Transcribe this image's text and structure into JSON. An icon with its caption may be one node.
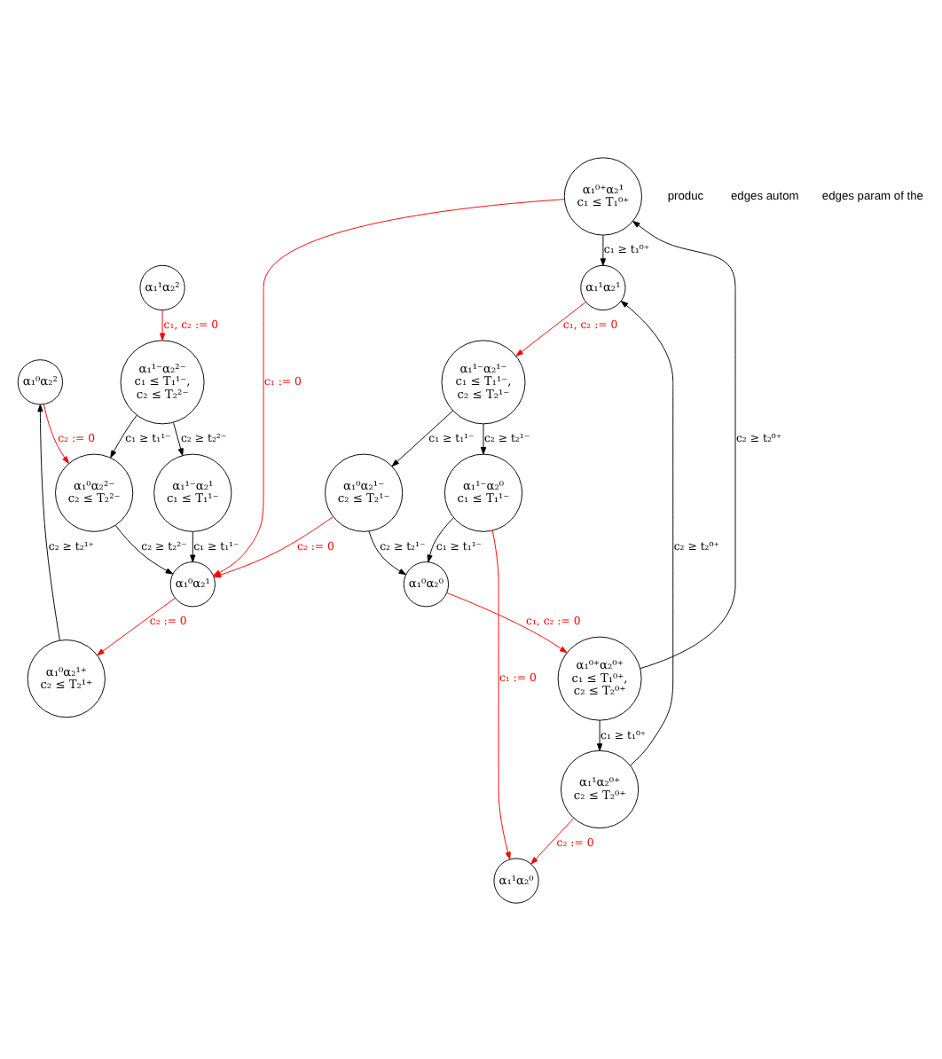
{
  "diagram": {
    "nodes": [
      {
        "text": [
          "α₁⁰α₂²"
        ]
      },
      {
        "text": [
          "α₁⁰α₂²⁻",
          "c₂ ≤ T₂²⁻"
        ]
      },
      {
        "text": [
          "α₁¹α₂²"
        ]
      },
      {
        "text": [
          "α₁⁰α₂¹⁺",
          "c₂ ≤ T₂¹⁺"
        ]
      },
      {
        "text": [
          "α₁¹⁻α₂²⁻",
          "c₁ ≤ T₁¹⁻,",
          "c₂ ≤ T₂²⁻"
        ]
      },
      {
        "text": [
          "α₁⁰α₂¹"
        ]
      },
      {
        "text": [
          "α₁¹⁻α₂¹",
          "c₁ ≤ T₁¹⁻"
        ]
      },
      {
        "text": [
          "α₁⁰⁺α₂¹",
          "c₁ ≤ T₁⁰⁺"
        ]
      },
      {
        "text": [
          "α₁¹α₂¹"
        ]
      },
      {
        "text": [
          "α₁¹⁻α₂¹⁻",
          "c₁ ≤ T₁¹⁻,",
          "c₂ ≤ T₂¹⁻"
        ]
      },
      {
        "text": [
          "α₁⁰α₂¹⁻",
          "c₂ ≤ T₂¹⁻"
        ]
      },
      {
        "text": [
          "α₁¹α₂⁰⁺",
          "c₂ ≤ T₂⁰⁺"
        ]
      },
      {
        "text": [
          "α₁⁰⁺α₂⁰⁺",
          "c₁ ≤ T₁⁰⁺,",
          "c₂ ≤ T₂⁰⁺"
        ]
      },
      {
        "text": [
          "α₁⁰α₂⁰"
        ]
      },
      {
        "text": [
          "α₁¹⁻α₂⁰",
          "c₁ ≤ T₁¹⁻"
        ]
      },
      {
        "text": [
          "α₁¹α₂⁰"
        ]
      }
    ],
    "edges": [
      {
        "from": 0,
        "to": 1,
        "arrow": "to",
        "label": "c₂ := 0",
        "color": "#ff0000"
      },
      {
        "from": 3,
        "to": 0,
        "arrow": "to",
        "label": "c₂ ≥ t₂¹⁺"
      },
      {
        "from": 2,
        "to": 4,
        "arrow": "to",
        "label": "c₁, c₂ := 0",
        "color": "#ff0000"
      },
      {
        "from": 4,
        "to": 1,
        "arrow": "to",
        "label": "c₁ ≥ t₁¹⁻"
      },
      {
        "from": 1,
        "to": 5,
        "arrow": "to",
        "label": "c₂ ≥ t₂²⁻"
      },
      {
        "from": 4,
        "to": 6,
        "arrow": "to",
        "label": "c₂ ≥ t₂²⁻"
      },
      {
        "from": 6,
        "to": 5,
        "arrow": "to",
        "label": "c₁ ≥ t₁¹⁻"
      },
      {
        "from": 5,
        "to": 3,
        "arrow": "to",
        "label": "c₂ := 0",
        "color": "#ff0000"
      },
      {
        "from": 7,
        "to": 5,
        "arrow": "to",
        "label": "c₁ := 0",
        "color": "#ff0000"
      },
      {
        "from": 10,
        "to": 5,
        "arrow": "to",
        "label": "c₂ := 0",
        "color": "#ff0000"
      },
      {
        "from": 7,
        "to": 8,
        "arrow": "to",
        "label": "c₁ ≥ t₁⁰⁺"
      },
      {
        "from": 8,
        "to": 9,
        "arrow": "to",
        "label": "c₁, c₂ := 0",
        "color": "#ff0000"
      },
      {
        "from": 9,
        "to": 10,
        "arrow": "to",
        "label": "c₁ ≥ t₁¹⁻"
      },
      {
        "from": 11,
        "to": 8,
        "arrow": "to",
        "label": "c₂ ≥ t₂⁰⁺"
      },
      {
        "from": 9,
        "to": 14,
        "arrow": "to",
        "label": "c₂ ≥ t₂¹⁻"
      },
      {
        "from": 12,
        "to": 7,
        "arrow": "to",
        "label": "c₂ ≥ t₂⁰⁺"
      },
      {
        "from": 12,
        "to": 11,
        "arrow": "to",
        "label": "c₁ ≥ t₁⁰⁺"
      },
      {
        "from": 10,
        "to": 13,
        "arrow": "to",
        "label": "c₂ ≥ t₂¹⁻"
      },
      {
        "from": 13,
        "to": 12,
        "arrow": "to",
        "label": "c₁, c₂ := 0",
        "color": "#ff0000"
      },
      {
        "from": 11,
        "to": 15,
        "arrow": "to",
        "label": "c₂ := 0",
        "color": "#ff0000"
      },
      {
        "from": 14,
        "to": 15,
        "arrow": "to",
        "label": "c₁ := 0",
        "color": "#ff0000"
      },
      {
        "from": 14,
        "to": 13,
        "arrow": "to",
        "label": "c₁ ≥ t₁¹⁻"
      }
    ],
    "labels": [
      "produc",
      "edges autom",
      "edges param of the"
    ]
  }
}
